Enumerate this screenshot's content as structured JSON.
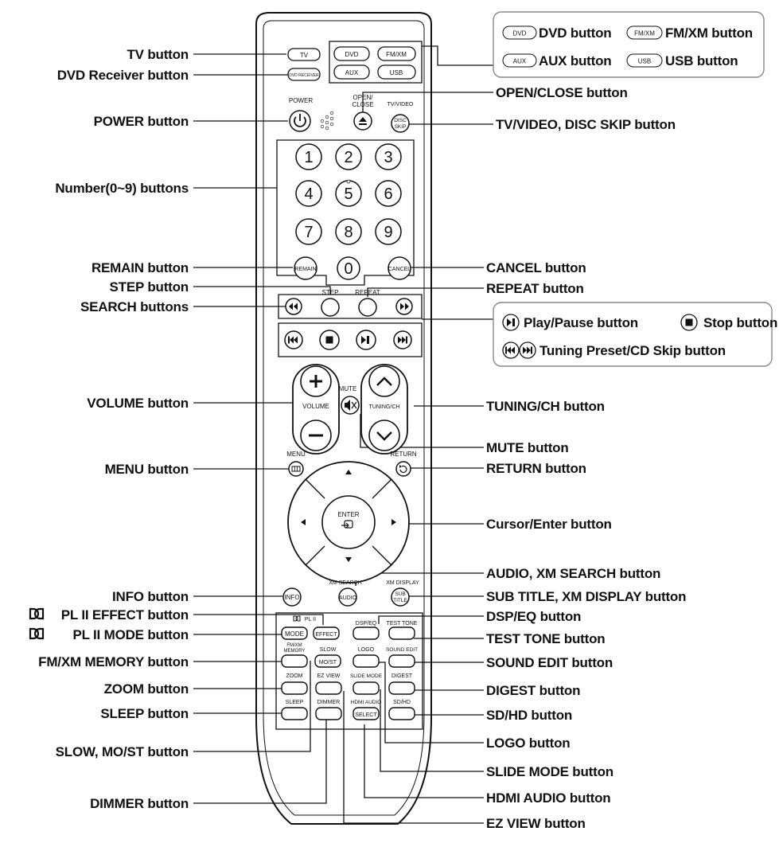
{
  "left_labels": [
    {
      "id": "tv",
      "text": "TV button"
    },
    {
      "id": "dvdrec",
      "text": "DVD Receiver button"
    },
    {
      "id": "power",
      "text": "POWER button"
    },
    {
      "id": "number",
      "text": "Number(0~9) buttons"
    },
    {
      "id": "remain",
      "text": "REMAIN button"
    },
    {
      "id": "step",
      "text": "STEP button"
    },
    {
      "id": "search",
      "text": "SEARCH buttons"
    },
    {
      "id": "volume",
      "text": "VOLUME button"
    },
    {
      "id": "menu",
      "text": "MENU button"
    },
    {
      "id": "info",
      "text": "INFO button"
    },
    {
      "id": "pleffect",
      "text": "PL II EFFECT button"
    },
    {
      "id": "plmode",
      "text": "PL II MODE button"
    },
    {
      "id": "fmxmmem",
      "text": "FM/XM MEMORY button"
    },
    {
      "id": "zoom",
      "text": "ZOOM button"
    },
    {
      "id": "sleep",
      "text": "SLEEP button"
    },
    {
      "id": "slow",
      "text": "SLOW, MO/ST button"
    },
    {
      "id": "dimmer",
      "text": "DIMMER button"
    }
  ],
  "right_labels": [
    {
      "id": "openclose",
      "text": "OPEN/CLOSE button"
    },
    {
      "id": "tvvideo",
      "text": "TV/VIDEO, DISC SKIP button"
    },
    {
      "id": "cancel",
      "text": "CANCEL button"
    },
    {
      "id": "repeat",
      "text": "REPEAT button"
    },
    {
      "id": "tuning",
      "text": "TUNING/CH button"
    },
    {
      "id": "mute",
      "text": "MUTE button"
    },
    {
      "id": "return",
      "text": "RETURN button"
    },
    {
      "id": "cursor",
      "text": "Cursor/Enter button"
    },
    {
      "id": "audio",
      "text": "AUDIO, XM SEARCH button"
    },
    {
      "id": "subtitle",
      "text": "SUB TITLE, XM DISPLAY button"
    },
    {
      "id": "dspeq",
      "text": "DSP/EQ button"
    },
    {
      "id": "testtone",
      "text": "TEST TONE button"
    },
    {
      "id": "soundedit",
      "text": "SOUND EDIT button"
    },
    {
      "id": "digest",
      "text": "DIGEST button"
    },
    {
      "id": "sdhd",
      "text": "SD/HD button"
    },
    {
      "id": "logo",
      "text": "LOGO button"
    },
    {
      "id": "slidemode",
      "text": "SLIDE MODE button"
    },
    {
      "id": "hdmiaudio",
      "text": "HDMI AUDIO button"
    },
    {
      "id": "ezview",
      "text": "EZ VIEW button"
    }
  ],
  "mode_box": {
    "dvd_icon": "DVD",
    "dvd_label": "DVD button",
    "fmxm_icon": "FM/XM",
    "fmxm_label": "FM/XM button",
    "aux_icon": "AUX",
    "aux_label": "AUX button",
    "usb_icon": "USB",
    "usb_label": "USB button"
  },
  "transport_box": {
    "play_label": "Play/Pause button",
    "stop_label": "Stop button",
    "skip_label": "Tuning Preset/CD Skip button"
  },
  "remote": {
    "tv": "TV",
    "dvd_receiver": "DVD RECEIVER",
    "dvd": "DVD",
    "fmxm": "FM/XM",
    "aux": "AUX",
    "usb": "USB",
    "power_caption": "POWER",
    "open_caption_1": "OPEN/",
    "open_caption_2": "CLOSE",
    "tvvideo_caption": "TV/VIDEO",
    "disc_1": "DISC",
    "disc_2": "SKIP",
    "digits": [
      "1",
      "2",
      "3",
      "4",
      "5",
      "6",
      "7",
      "8",
      "9",
      "0"
    ],
    "remain": "REMAIN",
    "cancel": "CANCEL",
    "step": "STEP",
    "repeat": "REPEAT",
    "volume": "VOLUME",
    "mute": "MUTE",
    "tuning": "TUNING/CH",
    "menu": "MENU",
    "return": "RETURN",
    "enter": "ENTER",
    "xm_search": "XM SEARCH",
    "xm_display": "XM DISPLAY",
    "info": "INFO",
    "audio": "AUDIO",
    "sub_1": "SUB",
    "sub_2": "TITLE",
    "plii": "PL II",
    "mode": "MODE",
    "effect": "EFFECT",
    "dspeq": "DSP/EQ",
    "testtone": "TEST TONE",
    "fmxm_mem_1": "FM/XM",
    "fmxm_mem_2": "MEMORY",
    "slow": "SLOW",
    "logo": "LOGO",
    "soundedit": "SOUND EDIT",
    "zoom": "ZOOM",
    "most": "MO/ST",
    "ezview": "EZ VIEW",
    "slidemode": "SLIDE MODE",
    "digest": "DIGEST",
    "sleep": "SLEEP",
    "dimmer": "DIMMER",
    "hdmiaudio": "HDMI AUDIO",
    "select": "SELECT",
    "sdhd": "SD/HD"
  }
}
